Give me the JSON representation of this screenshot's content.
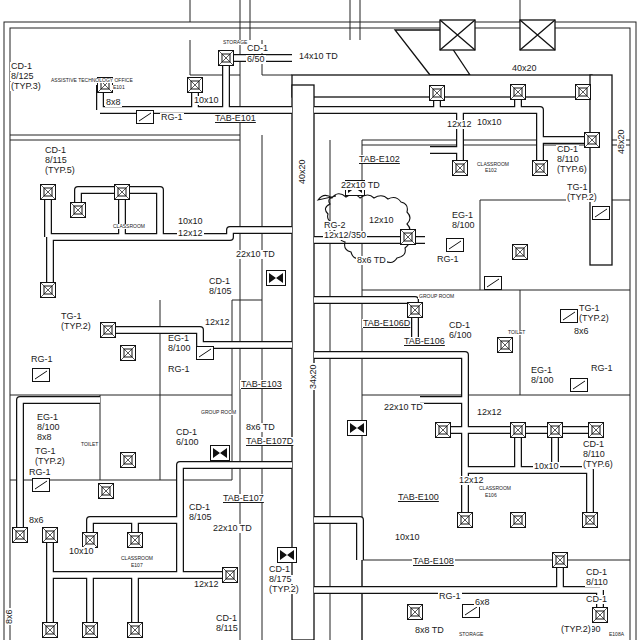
{
  "diagram": {
    "labels": [
      "CD-1",
      "8/125",
      "(TYP.3)",
      "ASSISTIVE TECHNOLOGY OFFICE",
      "E101",
      "STORAGE",
      "CD-1",
      "6/50",
      "14x10 TD",
      "40x20",
      "48x20",
      "8x8",
      "10x10",
      "RG-1",
      "TAB-E101",
      "12x12",
      "10x10",
      "TAB-E102",
      "CLASSROOM",
      "E102",
      "CD-1",
      "8/110",
      "(TYP.6)",
      "40x20",
      "22x10 TD",
      "TG-1",
      "(TYP.2)",
      "RG-2",
      "12x12/350",
      "12x10",
      "EG-1",
      "8/100",
      "RG-1",
      "8x6 TD",
      "CD-1",
      "8/115",
      "(TYP.5)",
      "10x10",
      "12x12",
      "CLASSROOM",
      "22x10 TD",
      "CD-1",
      "8/105",
      "TG-1",
      "(TYP.2)",
      "RG-1",
      "12x12",
      "GROUP ROOM",
      "TG-1",
      "(TYP.2)",
      "TAB-E106D",
      "CD-1",
      "6/100",
      "TAB-E106",
      "TOILET",
      "8x6",
      "34x20",
      "EG-1",
      "8/100",
      "RG-1",
      "TAB-E103",
      "EG-1",
      "8/100",
      "RG-1",
      "EG-1",
      "8/100",
      "8x8",
      "22x10 TD",
      "8x6 TD",
      "GROUP ROOM",
      "TAB-E107D",
      "CD-1",
      "6/100",
      "TOILET",
      "TG-1",
      "(TYP.2)",
      "12x12",
      "CD-1",
      "8/110",
      "(TYP.6)",
      "RG-1",
      "10x10",
      "12x12",
      "CLASSROOM",
      "E106",
      "TAB-E107",
      "TAB-E100",
      "8x6",
      "CD-1",
      "8/105",
      "22x10 TD",
      "10x10",
      "10x10",
      "TAB-E108",
      "CLASSROOM",
      "E107",
      "12x12",
      "CD-1",
      "8/175",
      "(TYP.2)",
      "RG-1",
      "6x8",
      "CD-1",
      "8/110",
      "CD-1",
      "6/90",
      "(TYP.2)",
      "8x8 TD",
      "STORAGE",
      "E108A",
      "CD-1",
      "8/115",
      "8x6"
    ]
  }
}
